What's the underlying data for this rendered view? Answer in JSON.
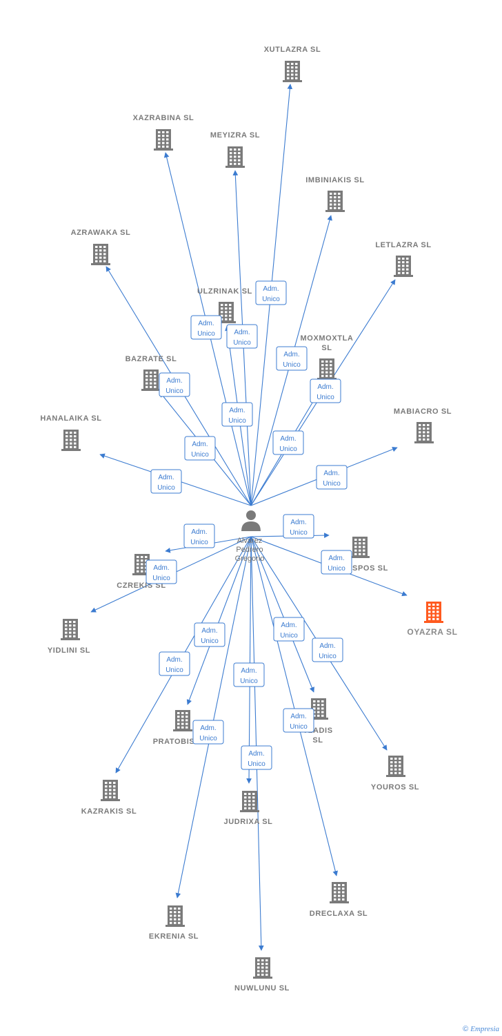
{
  "person": {
    "name_lines": [
      "Alvarez",
      "Pedrero",
      "Gregorio"
    ]
  },
  "role_lines": [
    "Adm.",
    "Unico"
  ],
  "colors": {
    "edge": "#3b7bd0",
    "building": "#7a7a7a",
    "highlight": "#ff5a1f",
    "role_border": "#3b7bd0"
  },
  "companies": [
    {
      "key": "xutlazra",
      "lines": [
        "XUTLAZRA  SL"
      ]
    },
    {
      "key": "xazrabina",
      "lines": [
        "XAZRABINA  SL"
      ]
    },
    {
      "key": "meyizra",
      "lines": [
        "MEYIZRA  SL"
      ]
    },
    {
      "key": "imbiniakis",
      "lines": [
        "IMBINIAKIS  SL"
      ]
    },
    {
      "key": "azrawaka",
      "lines": [
        "AZRAWAKA  SL"
      ]
    },
    {
      "key": "letlazra",
      "lines": [
        "LETLAZRA  SL"
      ]
    },
    {
      "key": "ulzrinak",
      "lines": [
        "ULZRINAK  SL"
      ]
    },
    {
      "key": "moxmoxtla",
      "lines": [
        "MOXMOXTLA",
        "SL"
      ]
    },
    {
      "key": "bazrate",
      "lines": [
        "BAZRATE  SL"
      ]
    },
    {
      "key": "hanalaika",
      "lines": [
        "HANALAIKA  SL"
      ]
    },
    {
      "key": "mabiacro",
      "lines": [
        "MABIACRO  SL"
      ]
    },
    {
      "key": "spos",
      "lines": [
        "SPOS  SL"
      ]
    },
    {
      "key": "oyazra",
      "lines": [
        "OYAZRA  SL"
      ],
      "highlight": true
    },
    {
      "key": "czrekis",
      "lines": [
        "CZREKIS  SL"
      ]
    },
    {
      "key": "yidlini",
      "lines": [
        "YIDLINI  SL"
      ]
    },
    {
      "key": "tladis",
      "lines": [
        "TLADIS",
        "SL"
      ]
    },
    {
      "key": "pratobis",
      "lines": [
        "PRATOBIS"
      ]
    },
    {
      "key": "youros",
      "lines": [
        "YOUROS  SL"
      ]
    },
    {
      "key": "kazrakis",
      "lines": [
        "KAZRAKIS  SL"
      ]
    },
    {
      "key": "judrixa",
      "lines": [
        "JUDRIXA  SL"
      ]
    },
    {
      "key": "dreclaxa",
      "lines": [
        "DRECLAXA  SL"
      ]
    },
    {
      "key": "ekrenia",
      "lines": [
        "EKRENIA  SL"
      ]
    },
    {
      "key": "nuwlunu",
      "lines": [
        "NUWLUNU  SL"
      ]
    }
  ],
  "copyright": {
    "symbol": "©",
    "brand": "Empresia"
  }
}
